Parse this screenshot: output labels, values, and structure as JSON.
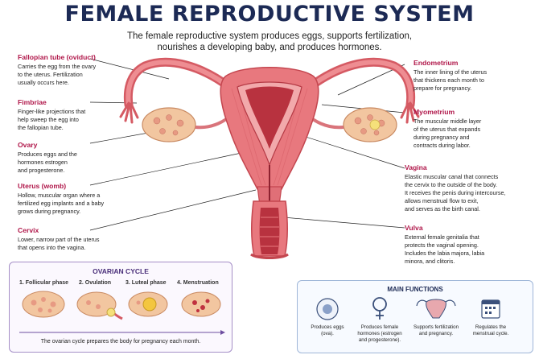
{
  "title": "FEMALE REPRODUCTIVE SYSTEM",
  "subtitle": "The female reproductive system produces eggs, supports fertilization, nourishes a developing baby, and produces hormones.",
  "left_labels": [
    {
      "name": "Fallopian tube (oviduct)",
      "desc": [
        "Carries the egg from the ovary",
        "to the uterus. Fertilization",
        "usually occurs here."
      ]
    },
    {
      "name": "Fimbriae",
      "desc": [
        "Finger-like projections that",
        "help sweep the egg into",
        "the fallopian tube."
      ]
    },
    {
      "name": "Ovary",
      "desc": [
        "Produces eggs and the",
        "hormones estrogen",
        "and progesterone."
      ]
    },
    {
      "name": "Uterus (womb)",
      "desc": [
        "Hollow, muscular organ where a",
        "fertilized egg implants and a baby",
        "grows during pregnancy."
      ]
    },
    {
      "name": "Cervix",
      "desc": [
        "Lower, narrow part of the uterus",
        "that opens into the vagina."
      ]
    }
  ],
  "right_labels": [
    {
      "name": "Endometrium",
      "desc": [
        "The inner lining of the uterus",
        "that thickens each month to",
        "prepare for pregnancy."
      ]
    },
    {
      "name": "Myometrium",
      "desc": [
        "The muscular middle layer",
        "of the uterus that expands",
        "during pregnancy and",
        "contracts during labor."
      ]
    },
    {
      "name": "Vagina",
      "desc": [
        "Elastic muscular canal that connects",
        "the cervix to the outside of the body.",
        "It receives the penis during intercourse,",
        "allows menstrual flow to exit,",
        "and serves as the birth canal."
      ]
    },
    {
      "name": "Vulva",
      "desc": [
        "External female genitalia that",
        "protects the vaginal opening.",
        "Includes the labia majora, labia",
        "minora, and clitoris."
      ]
    }
  ],
  "ovarian_cycle": {
    "title": "OVARIAN CYCLE",
    "phases": [
      "1. Follicular phase",
      "2. Ovulation",
      "3. Luteal phase",
      "4. Menstruation"
    ],
    "footer": "The ovarian cycle prepares the body for pregnancy each month."
  },
  "main_functions": {
    "title": "MAIN FUNCTIONS",
    "items": [
      {
        "icon": "egg-icon",
        "text": [
          "Produces eggs",
          "(ova)."
        ]
      },
      {
        "icon": "female-symbol-icon",
        "text": [
          "Produces female",
          "hormones (estrogen",
          "and progesterone)."
        ]
      },
      {
        "icon": "uterus-icon",
        "text": [
          "Supports fertilization",
          "and pregnancy."
        ]
      },
      {
        "icon": "calendar-icon",
        "text": [
          "Regulates the",
          "menstrual cycle."
        ]
      }
    ]
  },
  "colors": {
    "title": "#1c2a55",
    "label": "#b0174a",
    "tissue": "#e8787e",
    "tissue_dark": "#c4464f",
    "ovary": "#f2c6a0"
  }
}
